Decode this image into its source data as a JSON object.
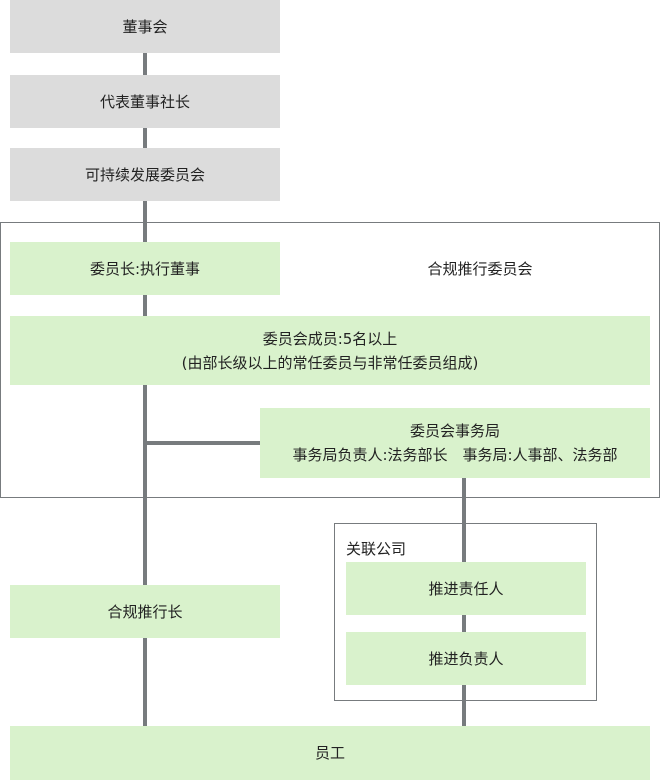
{
  "board": "董事会",
  "president": "代表董事社长",
  "sustainability": "可持续发展委员会",
  "committee": {
    "title": "合规推行委员会",
    "chair": "委员长:执行董事",
    "members_line1": "委员会成员:5名以上",
    "members_line2": "(由部长级以上的常任委员与非常任委员组成)",
    "secretariat_title": "委员会事务局",
    "secretariat_detail": "事务局负责人:法务部长　事务局:人事部、法务部"
  },
  "affiliates": {
    "title": "关联公司",
    "promoter": "推进责任人",
    "responsible": "推进负责人"
  },
  "compliance_lead": "合规推行长",
  "employees": "员工",
  "colors": {
    "gray": "#dcdcdc",
    "green": "#d9f2cc",
    "line": "#777b7e"
  }
}
